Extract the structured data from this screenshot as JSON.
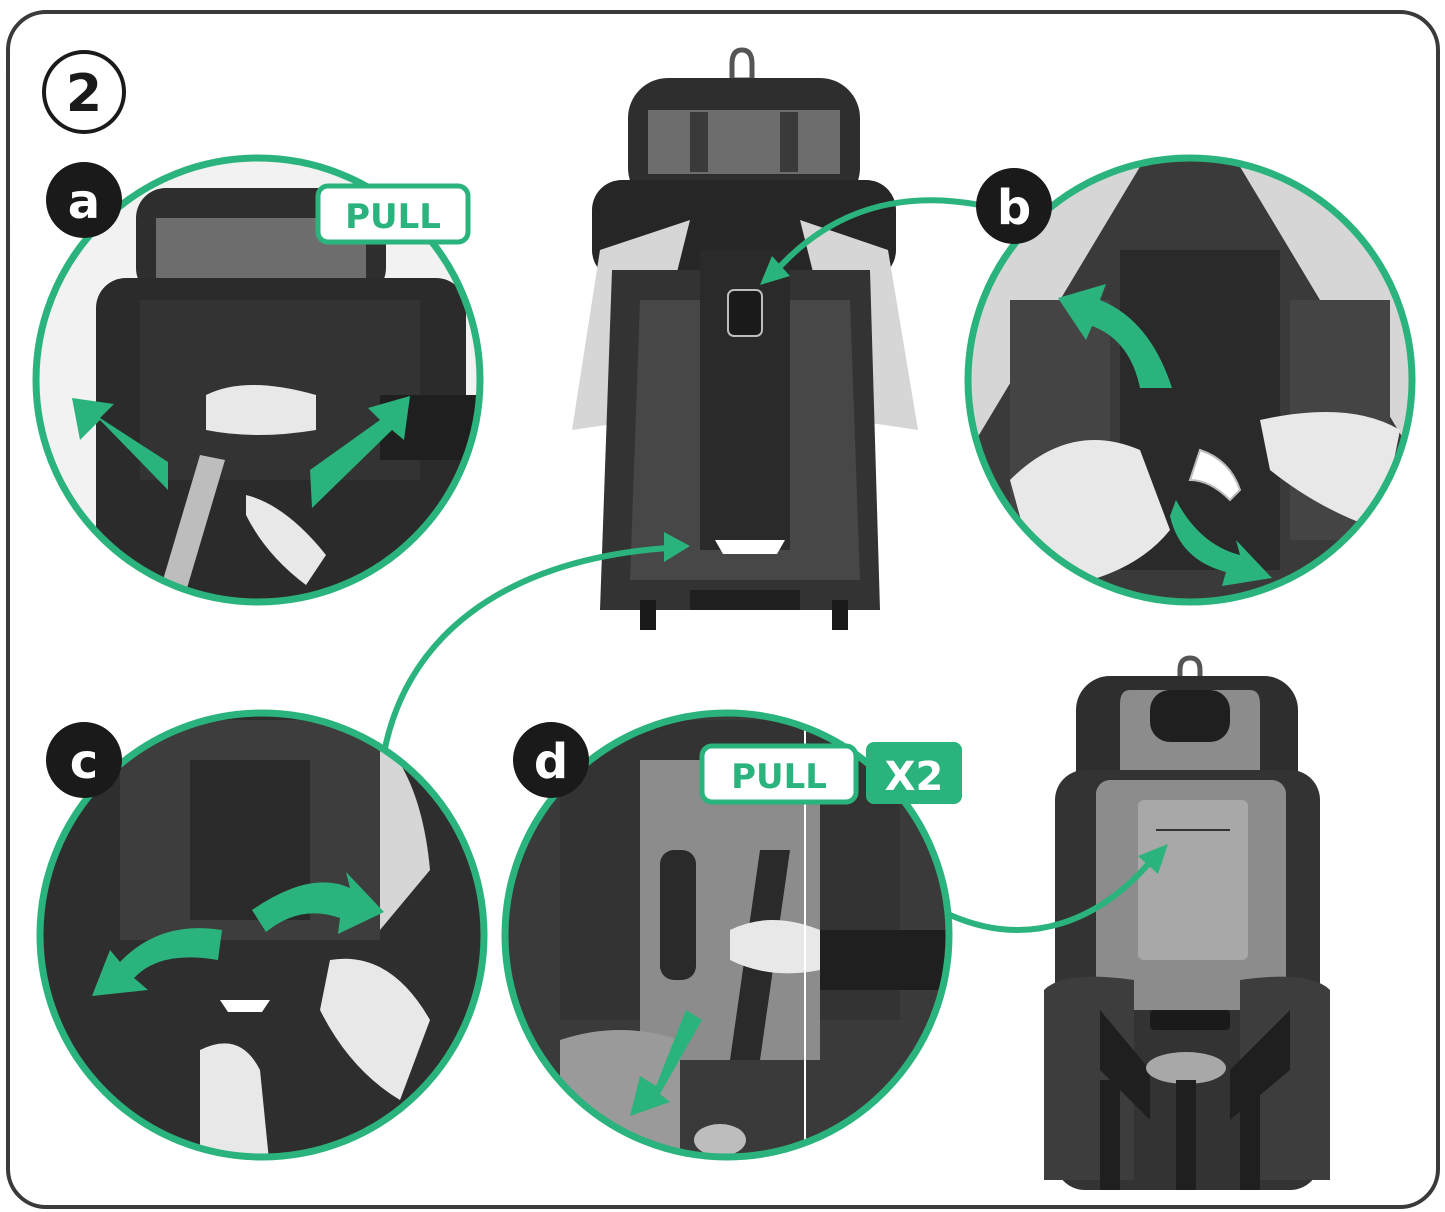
{
  "step": {
    "number": "2"
  },
  "panels": [
    {
      "letter": "a",
      "tag": "PULL"
    },
    {
      "letter": "b"
    },
    {
      "letter": "c"
    },
    {
      "letter": "d",
      "tag": "PULL",
      "multiplier": "X2"
    }
  ],
  "colors": {
    "accent": "#2bb37d",
    "frame": "#3a3a3a",
    "seat_dark": "#2e2e2e",
    "seat_mid": "#555555",
    "seat_light": "#bdbdbd",
    "fabric_grey": "#8c8c8c",
    "cover_light": "#d6d6d6",
    "badge": "#1a1a1a"
  },
  "icons": {
    "arrow": "curved-arrow-icon",
    "seat": "car-seat-illustration",
    "hand": "hand-illustration"
  }
}
